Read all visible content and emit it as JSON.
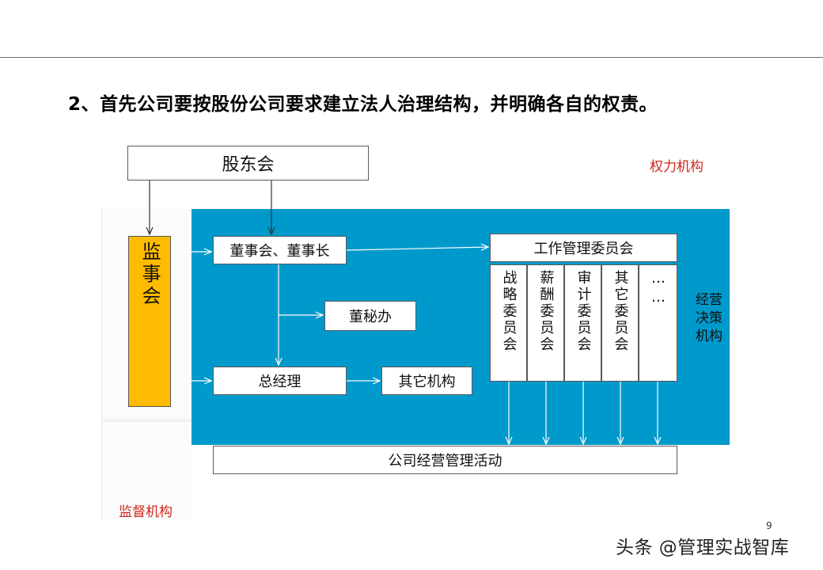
{
  "heading": "2、首先公司要按股份公司要求建立法人治理结构，并明确各自的权责。",
  "labels": {
    "power_body": "权力机构",
    "decision_body": "经营决策机构",
    "supervision_body": "监督机构"
  },
  "nodes": {
    "shareholders": "股东会",
    "supervisory_board": "监事会",
    "board": "董事会、董事长",
    "board_secretary_office": "董秘办",
    "general_manager": "总经理",
    "other_departments": "其它机构",
    "working_committees": "工作管理委员会",
    "operations": "公司经营管理活动"
  },
  "committees": [
    {
      "label": "战略委员会"
    },
    {
      "label": "薪酬委员会"
    },
    {
      "label": "审计委员会"
    },
    {
      "label": "其它委员会"
    },
    {
      "label": "……"
    }
  ],
  "page_number": "9",
  "watermark": "头条 @管理实战智库"
}
